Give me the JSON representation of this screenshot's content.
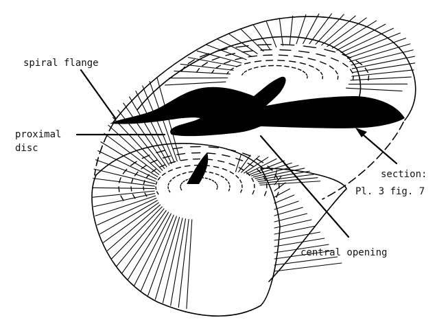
{
  "labels": {
    "spiral_flange": "spiral flange",
    "proximal_disc_line1": "proximal",
    "proximal_disc_line2": "disc",
    "section_line1": "section:",
    "section_line2": "Pl. 3 fig. 7",
    "central_opening": "central opening"
  },
  "colors": {
    "ink": "#000000",
    "paper": "#ffffff"
  }
}
